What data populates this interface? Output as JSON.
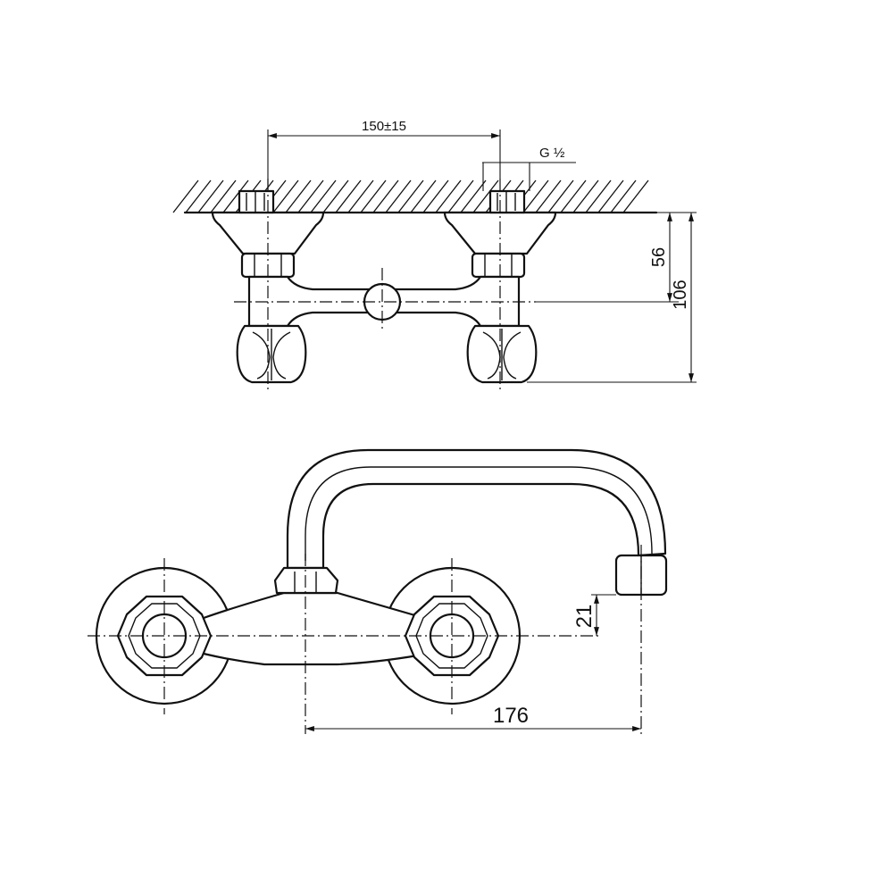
{
  "dimensions": {
    "spacing_top": "150±15",
    "thread": "G ½",
    "height_to_axis": "56",
    "height_total": "106",
    "spout_drop": "21",
    "spout_reach": "176"
  }
}
